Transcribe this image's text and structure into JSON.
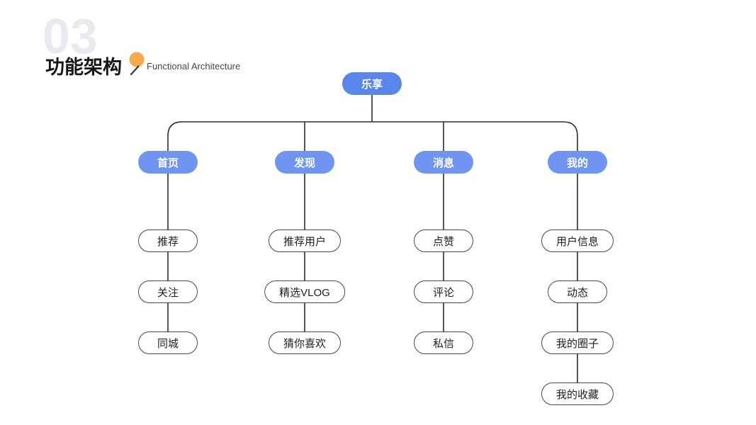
{
  "slide": {
    "page_number": "03",
    "title": "功能架构",
    "subtitle": "Functional Architecture",
    "icon": "pen-icon"
  },
  "colors": {
    "root_blue": "#5A86EC",
    "branch_blue": "#7094F2",
    "edge": "#2C2C2E",
    "accent_orange": "#F7A94B",
    "page_number_gray": "#E9EAEF",
    "leaf_border": "#47474D"
  },
  "tree": {
    "root": {
      "label": "乐享"
    },
    "branches": [
      {
        "label": "首页",
        "children": [
          {
            "label": "推荐"
          },
          {
            "label": "关注"
          },
          {
            "label": "同城"
          }
        ]
      },
      {
        "label": "发现",
        "children": [
          {
            "label": "推荐用户"
          },
          {
            "label": "精选VLOG"
          },
          {
            "label": "猜你喜欢"
          }
        ]
      },
      {
        "label": "消息",
        "children": [
          {
            "label": "点赞"
          },
          {
            "label": "评论"
          },
          {
            "label": "私信"
          }
        ]
      },
      {
        "label": "我的",
        "children": [
          {
            "label": "用户信息"
          },
          {
            "label": "动态"
          },
          {
            "label": "我的圈子"
          },
          {
            "label": "我的收藏"
          }
        ]
      }
    ]
  }
}
